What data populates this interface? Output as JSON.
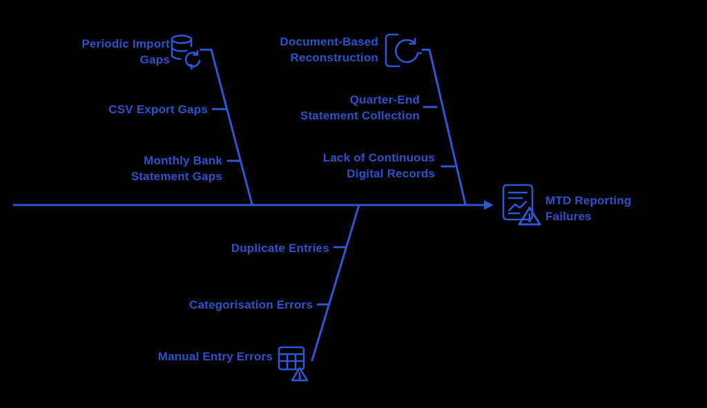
{
  "diagram": {
    "type": "fishbone",
    "colors": {
      "accent_blue": "#2B53CC",
      "line_blue": "#2E57D4",
      "background": "#000000"
    },
    "effect": {
      "label": "MTD Reporting\nFailures",
      "icon": "report-warning-icon"
    },
    "labels": {
      "periodic_import": "Periodic Import\nGaps",
      "csv_export": "CSV Export Gaps",
      "monthly_bank": "Monthly Bank\nStatement Gaps",
      "document_based": "Document-Based\nReconstruction",
      "quarter_end": "Quarter-End\nStatement Collection",
      "lack_continuous": "Lack of Continuous\nDigital Records",
      "duplicate_entries": "Duplicate Entries",
      "categorisation_errors": "Categorisation Errors",
      "manual_entry": "Manual Entry Errors",
      "effect": "MTD Reporting\nFailures"
    },
    "branches": [
      {
        "name": "top-left",
        "icon": "database-sync-icon",
        "causes": [
          "Periodic Import Gaps",
          "CSV Export Gaps",
          "Monthly Bank Statement Gaps"
        ]
      },
      {
        "name": "top-right",
        "icon": "document-refresh-icon",
        "causes": [
          "Document-Based Reconstruction",
          "Quarter-End Statement Collection",
          "Lack of Continuous Digital Records"
        ]
      },
      {
        "name": "bottom",
        "icon": "table-error-icon",
        "causes": [
          "Duplicate Entries",
          "Categorisation Errors",
          "Manual Entry Errors"
        ]
      }
    ]
  }
}
